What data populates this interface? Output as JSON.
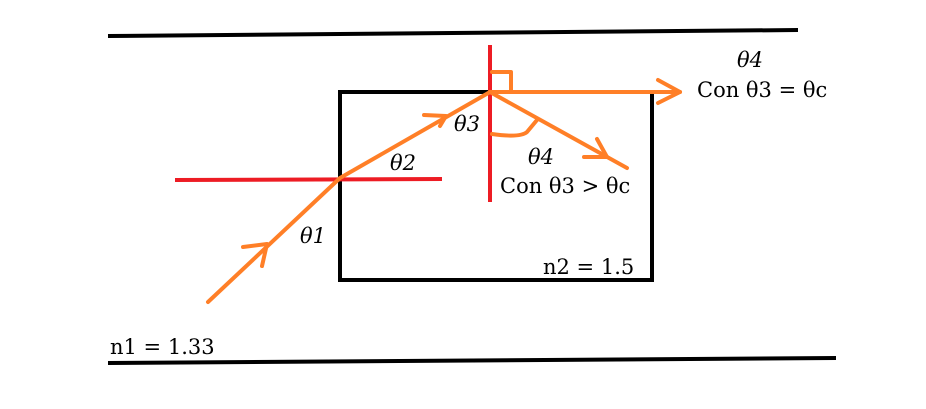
{
  "colors": {
    "ray": "#ff7f27",
    "normal": "#ed1c24",
    "boundary": "#000000"
  },
  "labels": {
    "theta1": "θ1",
    "theta2": "θ2",
    "theta3": "θ3",
    "theta4_reflect": "θ4",
    "cond_reflect": "Con θ3 > θc",
    "theta4_critical": "θ4",
    "cond_critical": "Con θ3 = θc",
    "n2": "n2 = 1.5",
    "n1": "n1 = 1.33"
  }
}
